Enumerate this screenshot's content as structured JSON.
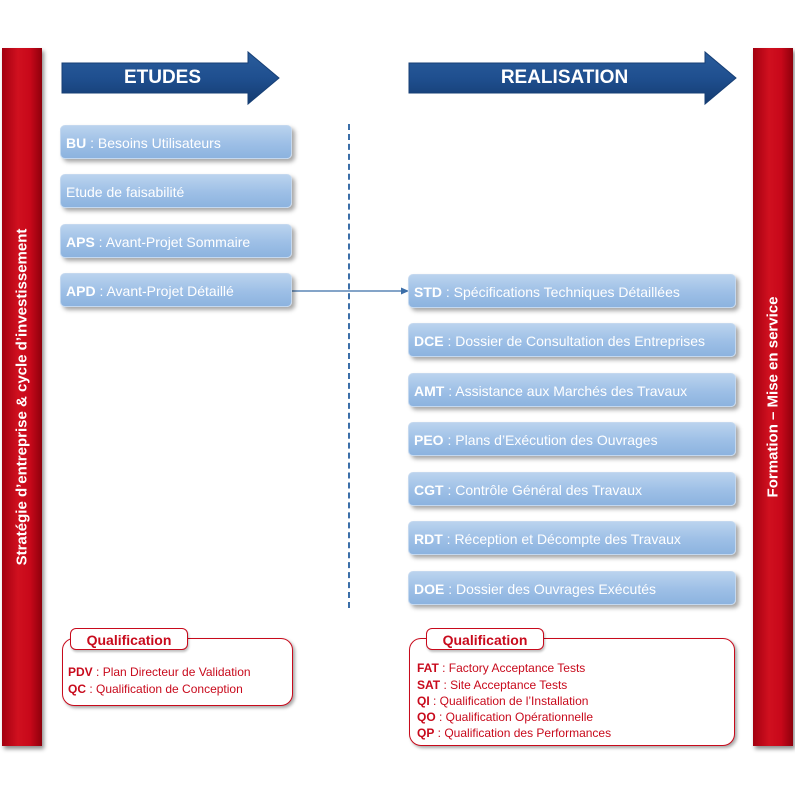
{
  "side_bars": {
    "left": "Stratégie d’entreprise & cycle d’investissement",
    "right": "Formation – Mise en service"
  },
  "arrows": {
    "etudes": "ETUDES",
    "realisation": "REALISATION"
  },
  "etudes_items": [
    {
      "code": "BU",
      "text": " : Besoins Utilisateurs"
    },
    {
      "code": "",
      "text": "Etude de faisabilité"
    },
    {
      "code": "APS",
      "text": " : Avant-Projet Sommaire"
    },
    {
      "code": "APD",
      "text": " : Avant-Projet Détaillé"
    }
  ],
  "realisation_items": [
    {
      "code": "STD",
      "text": " : Spécifications Techniques Détaillées"
    },
    {
      "code": "DCE",
      "text": " : Dossier de Consultation des Entreprises"
    },
    {
      "code": "AMT",
      "text": " : Assistance aux Marchés des Travaux"
    },
    {
      "code": "PEO",
      "text": " : Plans d’Exécution des Ouvrages"
    },
    {
      "code": "CGT",
      "text": " : Contrôle Général des Travaux"
    },
    {
      "code": "RDT",
      "text": " : Réception et Décompte des Travaux"
    },
    {
      "code": "DOE",
      "text": " : Dossier des Ouvrages Exécutés"
    }
  ],
  "qualification_left": {
    "title": "Qualification",
    "lines": [
      {
        "code": "PDV",
        "text": " : Plan Directeur de Validation"
      },
      {
        "code": "QC",
        "text": " : Qualification de Conception"
      }
    ]
  },
  "qualification_right": {
    "title": "Qualification",
    "lines": [
      {
        "code": "FAT",
        "text": " : Factory Acceptance Tests"
      },
      {
        "code": "SAT",
        "text": " : Site Acceptance Tests"
      },
      {
        "code": "QI",
        "text": " : Qualification de l’Installation"
      },
      {
        "code": "QO",
        "text": " : Qualification Opérationnelle"
      },
      {
        "code": "QP",
        "text": " : Qualification des Performances"
      }
    ]
  },
  "colors": {
    "arrow_blue": "#1f4f8f",
    "bar_red": "#c8081a",
    "box_blue": "#9dbfe6",
    "qual_red": "#c80a1c"
  }
}
